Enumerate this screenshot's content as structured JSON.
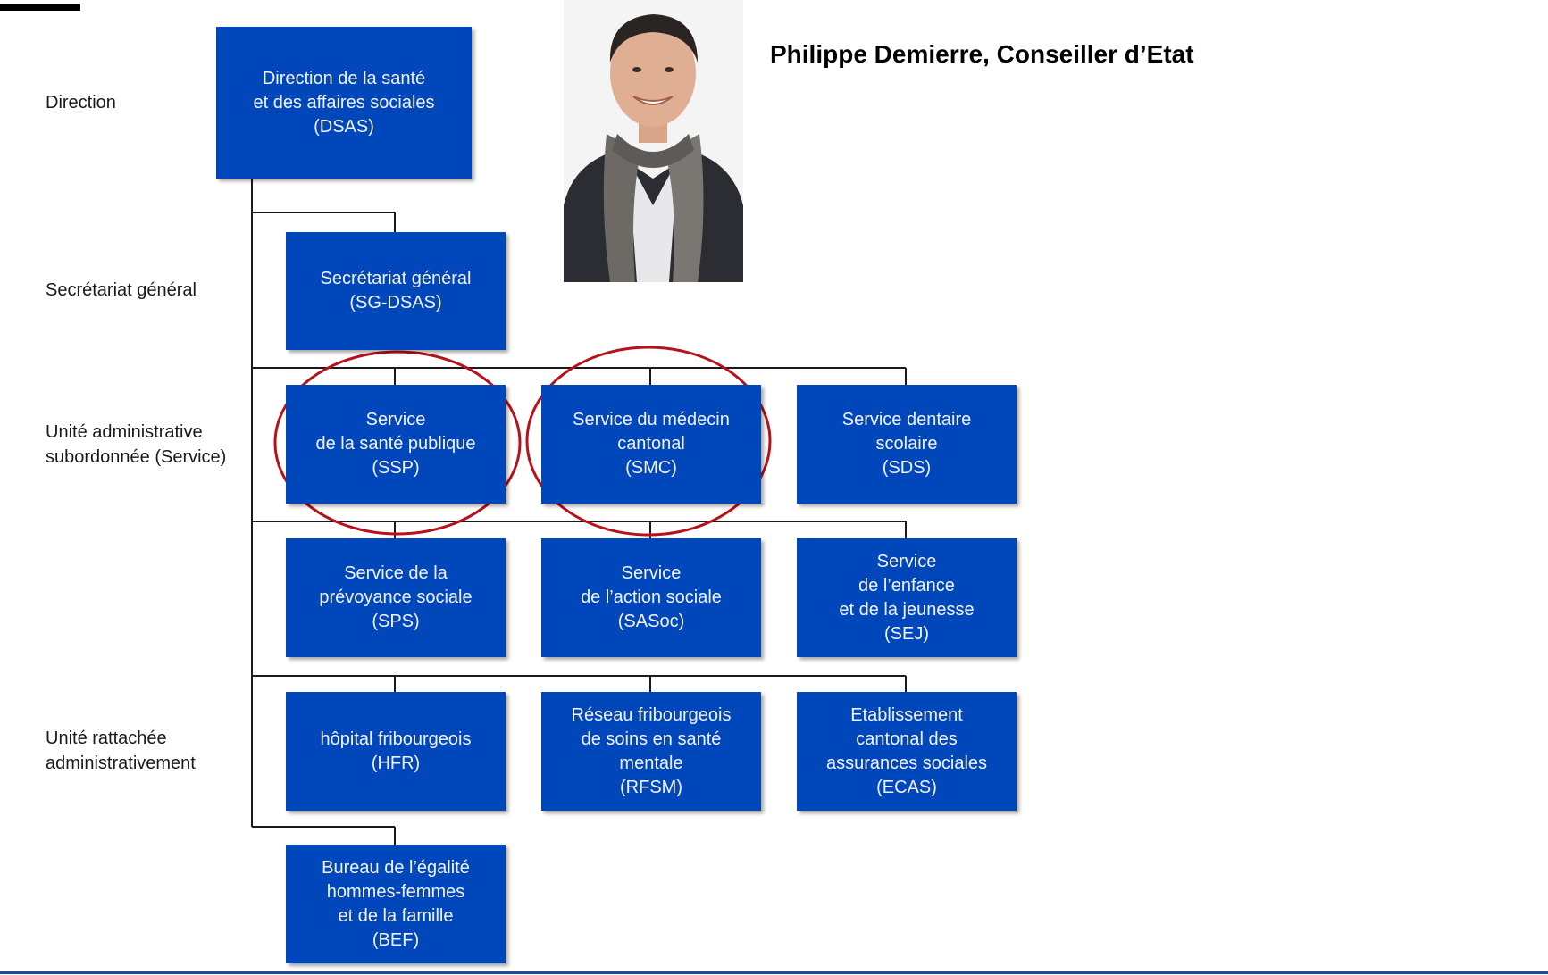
{
  "heading": "Philippe Demierre, Conseiller d’Etat",
  "levels": {
    "direction": "Direction",
    "secretariat": "Secrétariat général",
    "service": "Unité administrative\nsubordonnée (Service)",
    "rattachee": "Unité rattachée\nadministrativement"
  },
  "units": {
    "dsas": "Direction de la santé\net des affaires sociales\n(DSAS)",
    "sg": "Secrétariat général\n(SG-DSAS)",
    "ssp": "Service\nde la santé publique\n(SSP)",
    "smc": "Service du médecin\ncantonal\n(SMC)",
    "sds": "Service dentaire\nscolaire\n(SDS)",
    "sps": "Service de la\nprévoyance sociale\n(SPS)",
    "sasoc": "Service\nde l’action sociale\n(SASoc)",
    "sej": "Service\nde l’enfance\net de la jeunesse\n(SEJ)",
    "hfr": "hôpital fribourgeois\n(HFR)",
    "rfsm": "Réseau fribourgeois\nde soins en santé\nmentale\n(RFSM)",
    "ecas": "Etablissement\ncantonal des\nassurances sociales\n(ECAS)",
    "bef": "Bureau de l’égalité\nhommes-femmes\net de la famille\n(BEF)"
  },
  "highlighted_units": [
    "ssp",
    "smc"
  ],
  "colors": {
    "box": "#0047bb",
    "box_text": "#f2f2f2",
    "highlight": "#b5121b",
    "connector": "#1a1a1a"
  }
}
